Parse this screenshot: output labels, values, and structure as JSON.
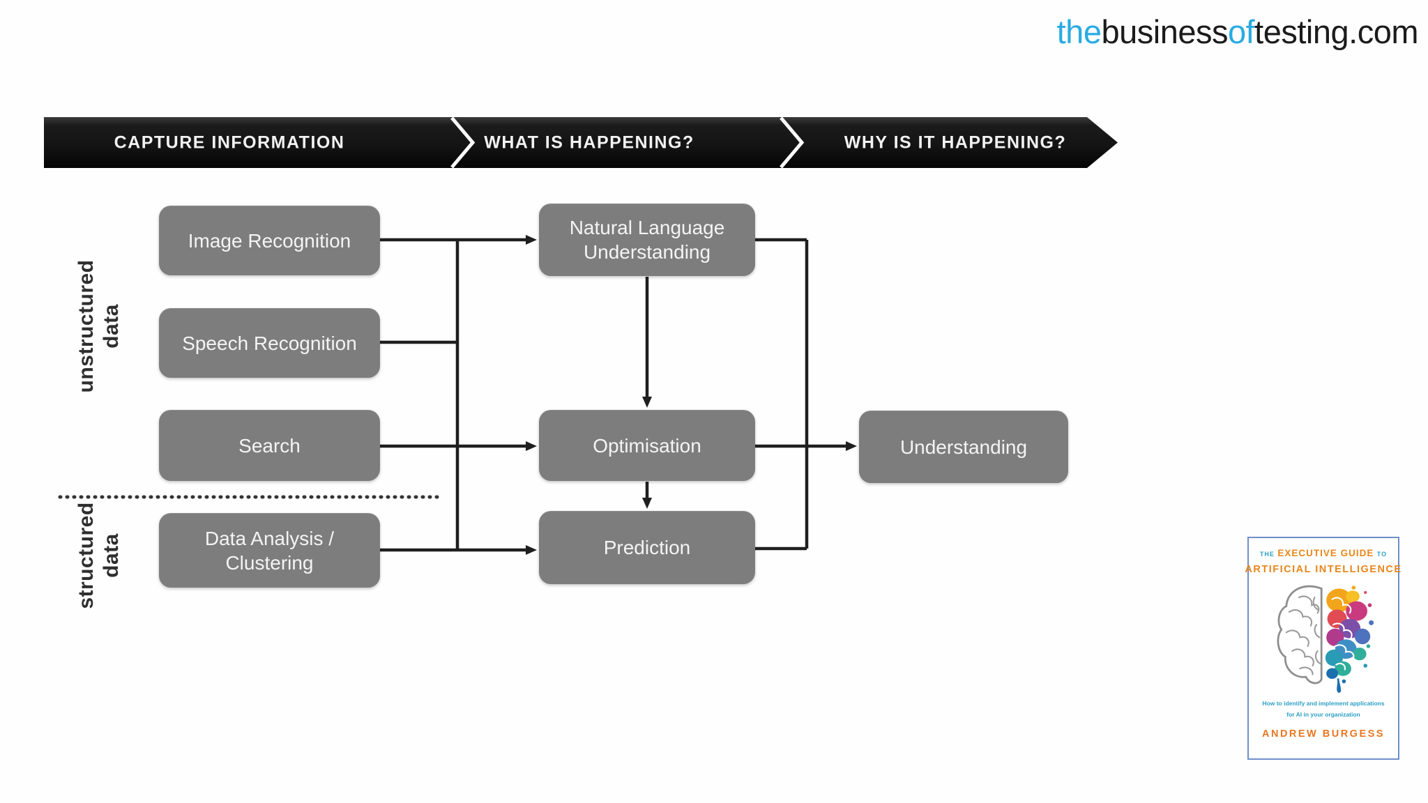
{
  "logo": {
    "parts": [
      {
        "text": "the",
        "accent": true
      },
      {
        "text": "business",
        "accent": false
      },
      {
        "text": "of",
        "accent": true
      },
      {
        "text": "testing.com",
        "accent": false
      }
    ],
    "accent_color": "#29abe2"
  },
  "banner": {
    "phases": [
      {
        "label": "CAPTURE INFORMATION"
      },
      {
        "label": "WHAT IS HAPPENING?"
      },
      {
        "label": "WHY IS IT HAPPENING?"
      }
    ],
    "background_color": "#141414",
    "text_color": "#f2f2f2"
  },
  "groups": {
    "unstructured": {
      "label": "unstructured\ndata"
    },
    "structured": {
      "label": "structured\ndata"
    }
  },
  "nodes": {
    "image_recognition": {
      "label": "Image Recognition"
    },
    "speech_recognition": {
      "label": "Speech Recognition"
    },
    "search": {
      "label": "Search"
    },
    "data_analysis": {
      "label": "Data Analysis /\nClustering"
    },
    "nlu": {
      "label": "Natural Language\nUnderstanding"
    },
    "optimisation": {
      "label": "Optimisation"
    },
    "prediction": {
      "label": "Prediction"
    },
    "understanding": {
      "label": "Understanding"
    },
    "fill_color": "#7d7d7d",
    "text_color": "#f4f4f4"
  },
  "connectors": {
    "line_color": "#1f1f1f"
  },
  "book": {
    "title_prefix": "THE",
    "title_main": "EXECUTIVE GUIDE",
    "title_suffix": "TO",
    "title_line2": "ARTIFICIAL INTELLIGENCE",
    "subtitle": "How to identify and implement applications\nfor AI in your organization",
    "author": "ANDREW BURGESS",
    "orange_color": "#e8861b",
    "teal_color": "#2b9fc6",
    "border_color": "#6e8fc9"
  }
}
